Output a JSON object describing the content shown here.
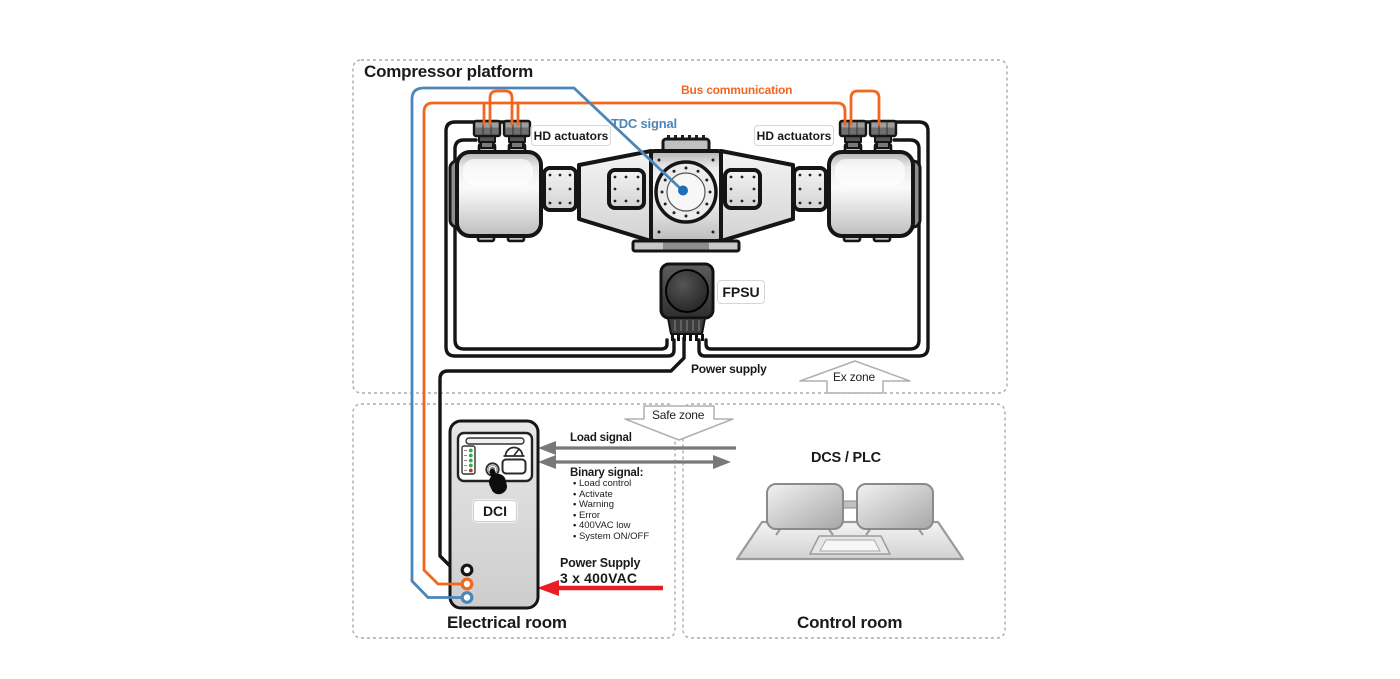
{
  "platform": {
    "title": "Compressor platform",
    "bus_label": "Bus communication",
    "tdc_label": "TDC signal",
    "hd_actuators_left": "HD actuators",
    "hd_actuators_right": "HD actuators",
    "fpsu_label": "FPSU",
    "power_supply_label": "Power supply",
    "ex_zone_label": "Ex zone"
  },
  "rooms": {
    "electrical": {
      "label": "Electrical room",
      "dci_label": "DCI",
      "safe_zone_label": "Safe zone",
      "load_signal_label": "Load signal",
      "binary_title": "Binary signal:",
      "binary_items": [
        "Load control",
        "Activate",
        "Warning",
        "Error",
        "400VAC low",
        "System ON/OFF"
      ],
      "power_supply_line1": "Power Supply",
      "power_supply_line2": "3 x 400VAC"
    },
    "control": {
      "label": "Control room",
      "dcs_plc_label": "DCS / PLC"
    }
  },
  "colors": {
    "bus": "#f2661f",
    "tdc": "#4c86b9",
    "tdc_dot": "#1d6db8",
    "power_arrow": "#e81c24",
    "signal_gray": "#787878"
  }
}
